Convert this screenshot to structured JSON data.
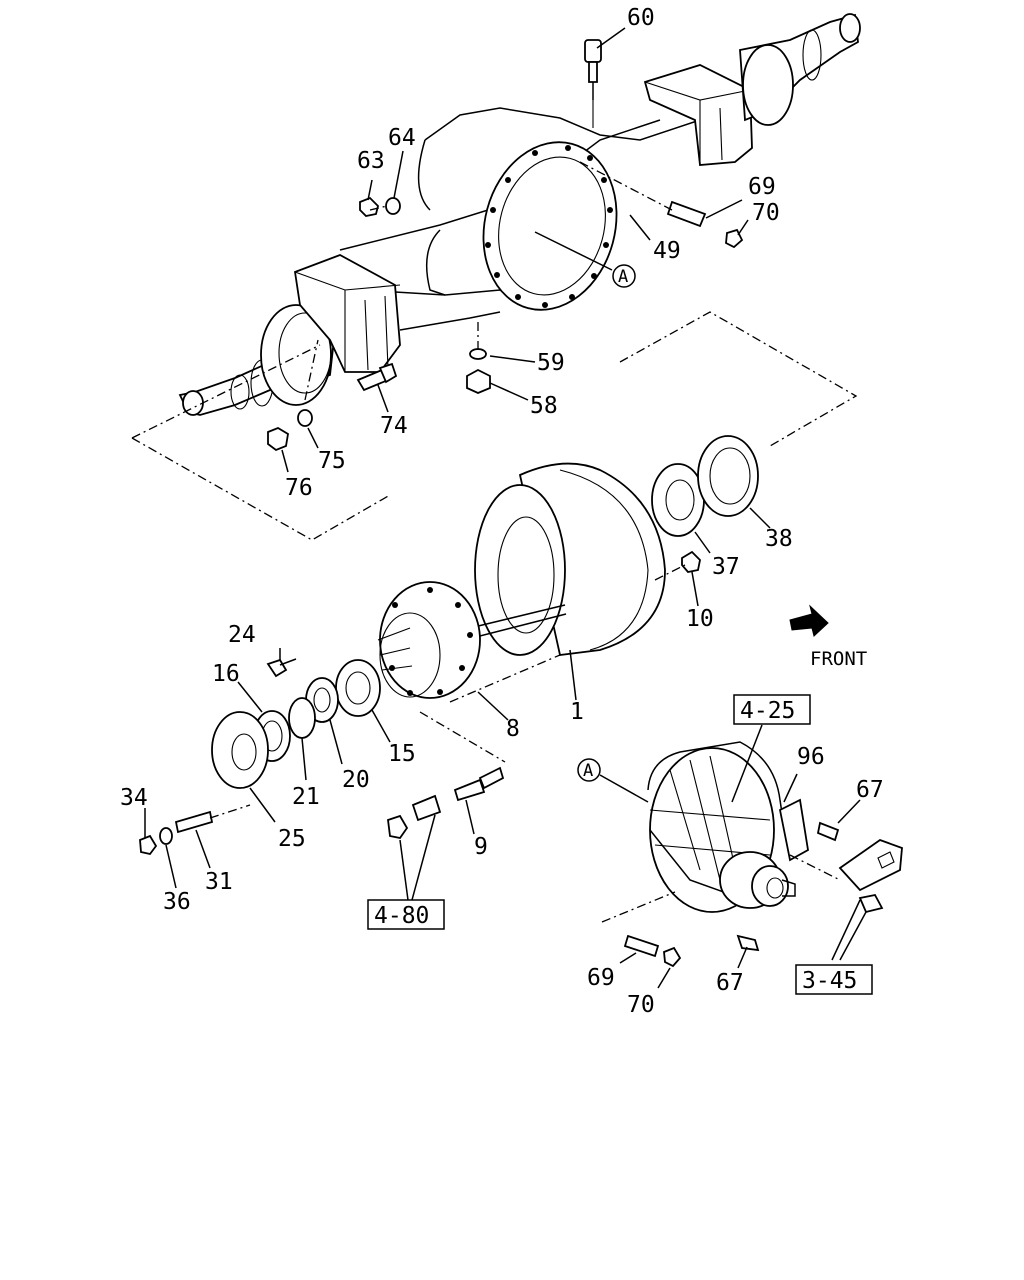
{
  "callouts": [
    {
      "id": "60",
      "text": "60"
    },
    {
      "id": "64",
      "text": "64"
    },
    {
      "id": "63",
      "text": "63"
    },
    {
      "id": "69a",
      "text": "69"
    },
    {
      "id": "70a",
      "text": "70"
    },
    {
      "id": "49",
      "text": "49"
    },
    {
      "id": "59",
      "text": "59"
    },
    {
      "id": "58",
      "text": "58"
    },
    {
      "id": "74",
      "text": "74"
    },
    {
      "id": "75",
      "text": "75"
    },
    {
      "id": "76",
      "text": "76"
    },
    {
      "id": "38",
      "text": "38"
    },
    {
      "id": "37",
      "text": "37"
    },
    {
      "id": "10",
      "text": "10"
    },
    {
      "id": "24",
      "text": "24"
    },
    {
      "id": "16",
      "text": "16"
    },
    {
      "id": "8",
      "text": "8"
    },
    {
      "id": "1",
      "text": "1"
    },
    {
      "id": "15",
      "text": "15"
    },
    {
      "id": "21",
      "text": "21"
    },
    {
      "id": "20",
      "text": "20"
    },
    {
      "id": "25",
      "text": "25"
    },
    {
      "id": "34",
      "text": "34"
    },
    {
      "id": "31",
      "text": "31"
    },
    {
      "id": "36",
      "text": "36"
    },
    {
      "id": "9",
      "text": "9"
    },
    {
      "id": "96",
      "text": "96"
    },
    {
      "id": "67a",
      "text": "67"
    },
    {
      "id": "67b",
      "text": "67"
    },
    {
      "id": "69b",
      "text": "69"
    },
    {
      "id": "70b",
      "text": "70"
    }
  ],
  "references": [
    {
      "id": "ref-4-25",
      "text": "4-25"
    },
    {
      "id": "ref-4-80",
      "text": "4-80"
    },
    {
      "id": "ref-3-45",
      "text": "3-45"
    }
  ],
  "circle_markers": [
    {
      "id": "A-axle",
      "text": "A"
    },
    {
      "id": "A-diff",
      "text": "A"
    }
  ],
  "direction_label": "FRONT"
}
